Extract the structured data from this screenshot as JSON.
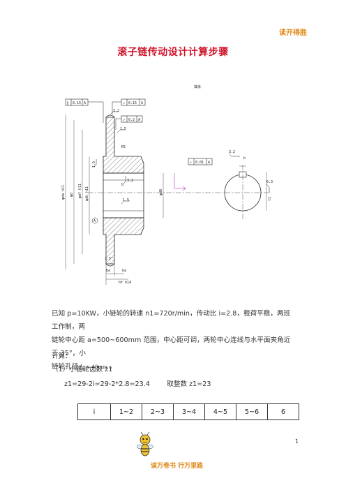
{
  "header": {
    "brand": "读开得胜"
  },
  "title": "滚子链传动设计计算步骤",
  "drawing": {
    "labels": {
      "top_note": "其余",
      "tol1": [
        "∥",
        "0.15",
        "A"
      ],
      "tol2": [
        "↗",
        "0.15",
        "A"
      ],
      "tol3": [
        "↗",
        "0.2",
        "A"
      ],
      "tol4": [
        "⊥",
        "0.01",
        "A"
      ],
      "ra_top": "3.2",
      "ra1": "1.5",
      "ra2": "1.5",
      "ra3": "6.3",
      "ra4": "3.2",
      "r5": "R5",
      "dia_da": "φda h11",
      "dia_d": "φd",
      "dia_df": "φdf h11",
      "dia_dk": "φdk h11",
      "dia_d0": "φd0",
      "dim_b": "b",
      "dim_ba1": "ba",
      "dim_ba2": "ba",
      "dim_bf": "bf h14",
      "dim_t": "t1",
      "dim_b2": "b",
      "bore_a": "A",
      "c45": "1.5°"
    }
  },
  "intro": {
    "line1": "已知 p=10KW，小链轮的转速 n1=720r/min，传动比 i=2.8，载荷平稳，两班工作制，两",
    "line2": "链轮中心距 a=500~600mm 范围，中心距可调，两轮中心连线与水平面夹角近于 35°，小",
    "line3_prefix": "链轮孔径",
    "line3_formula": "d",
    "line3_sub": "k",
    "line3_value": " = 40mm",
    "line3_suffix": " 。"
  },
  "calc": {
    "label": "计算：",
    "step1_title": "（1）小链轮齿数 z1",
    "formula": "z1=29-2i=29-2*2.8=23.4        取整数 z1=23"
  },
  "ratio_table": {
    "cells": [
      "i",
      "1~2",
      "2~3",
      "3~4",
      "4~5",
      "5~6",
      "6"
    ]
  },
  "footer": {
    "slogan": "读万卷书  行万里路",
    "page": "1"
  }
}
